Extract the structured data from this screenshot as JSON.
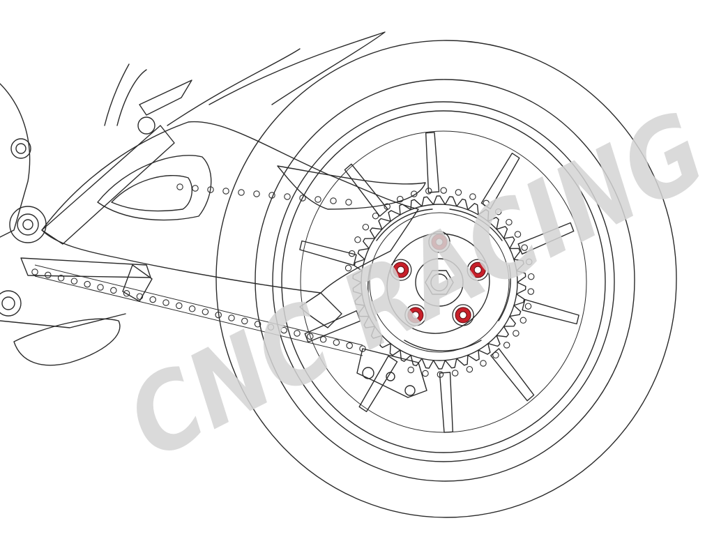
{
  "watermark": {
    "text": "CNC RACING",
    "color": "#cfcfcf"
  },
  "colors": {
    "line": "#2a2a2a",
    "highlight_bolt": "#c8202a",
    "background": "#ffffff"
  },
  "highlighted_part": {
    "bolt_count": 5
  },
  "sprocket": {
    "teeth": 42
  },
  "wheel": {
    "spokes": 10
  }
}
